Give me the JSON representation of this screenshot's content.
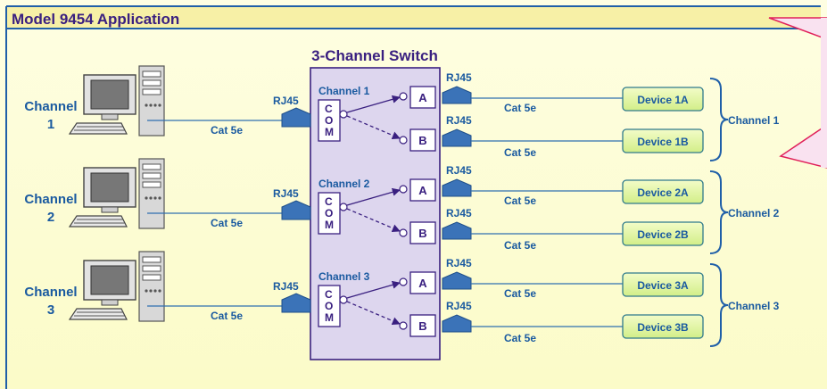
{
  "title": "Model 9454 Application",
  "switch": {
    "title": "3-Channel Switch",
    "com": [
      "C",
      "O",
      "M"
    ],
    "port_a": "A",
    "port_b": "B",
    "channels": [
      {
        "label": "Channel 1"
      },
      {
        "label": "Channel 2"
      },
      {
        "label": "Channel 3"
      }
    ]
  },
  "computers": [
    {
      "label_line1": "Channel",
      "label_line2": "1"
    },
    {
      "label_line1": "Channel",
      "label_line2": "2"
    },
    {
      "label_line1": "Channel",
      "label_line2": "3"
    }
  ],
  "connector_label": "RJ45",
  "cable_label": "Cat 5e",
  "devices": [
    "Device 1A",
    "Device 1B",
    "Device 2A",
    "Device 2B",
    "Device 3A",
    "Device 3B"
  ],
  "device_groups": [
    "Channel 1",
    "Channel 2",
    "Channel 3"
  ],
  "colors": {
    "background": "#fdfdd2",
    "title_bar": "#f7f0a6",
    "border": "#1f5fa8",
    "label_blue": "#1a5aa0",
    "title_purple": "#3a2080",
    "switch_fill": "#ddd6ee",
    "device_fill": "#e5f6a6",
    "device_border": "#2f7a8c",
    "connector": "#3b73b8",
    "callout_fill": "#f9e2f0",
    "callout_border": "#e0205a"
  }
}
